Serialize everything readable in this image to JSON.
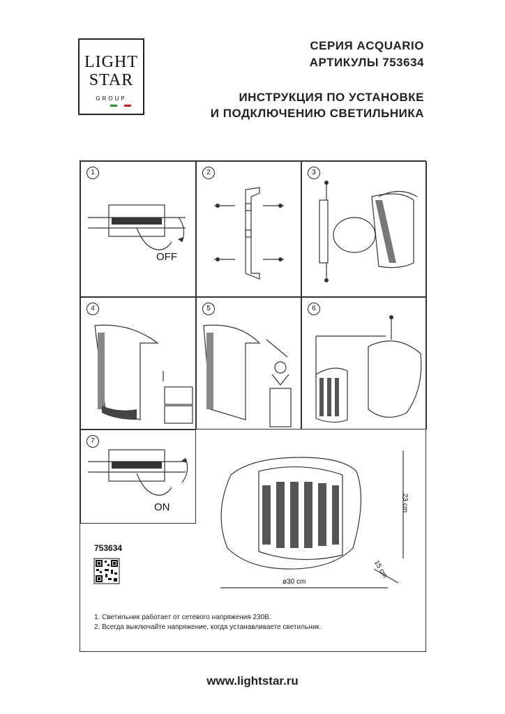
{
  "logo": {
    "line1": "LIGHT",
    "line2": "STAR",
    "line3": "GROUP",
    "flag_colors": [
      "#2e8b3a",
      "#ffffff",
      "#c8202a"
    ]
  },
  "header": {
    "series": "СЕРИЯ ACQUARIO",
    "articles": "АРТИКУЛЫ 753634",
    "title_line1": "ИНСТРУКЦИЯ ПО УСТАНОВКЕ",
    "title_line2": "И ПОДКЛЮЧЕНИЮ СВЕТИЛЬНИКА"
  },
  "steps": [
    {
      "number": "1",
      "label": "OFF"
    },
    {
      "number": "2"
    },
    {
      "number": "3"
    },
    {
      "number": "4"
    },
    {
      "number": "5"
    },
    {
      "number": "6"
    },
    {
      "number": "7",
      "label": "ON"
    }
  ],
  "dimensions": {
    "height": "23 cm",
    "depth": "15 cm",
    "diameter": "ø30 cm"
  },
  "article_code": "753634",
  "qr_icon": "qr-code-icon",
  "notes": [
    "1. Светильник работает от сетевого напряжения 230В.",
    "2. Всегда выключайте напряжение, когда устанавливаете светильник."
  ],
  "footer": {
    "url": "www.lightstar.ru"
  }
}
